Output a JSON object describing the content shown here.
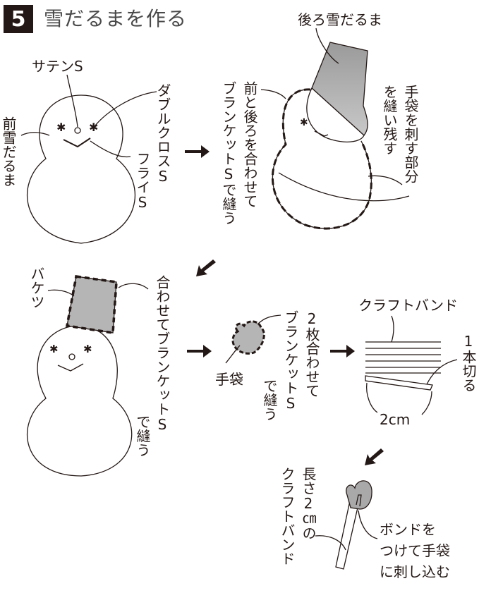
{
  "header": {
    "step_number": "5",
    "title": "雪だるまを作る"
  },
  "panel1": {
    "satin_stitch": "サテンS",
    "double_cross_stitch": "ダブルクロスS",
    "fly_stitch": "フライS",
    "front_snowman": "前雪だるま"
  },
  "panel2": {
    "instruction": "前と後ろを合わせて",
    "instruction_2": "ブランケットSで縫う",
    "back_snowman": "後ろ雪だるま",
    "leave_open_1": "手袋を刺す部分",
    "leave_open_2": "を縫い残す"
  },
  "panel3": {
    "bucket": "バケツ",
    "instruction_1": "合わせてブランケットS",
    "instruction_2": "で縫う"
  },
  "panel4": {
    "glove": "手袋",
    "instruction_1": "2枚合わせて",
    "instruction_2": "ブランケットS",
    "instruction_3": "で縫う"
  },
  "panel5": {
    "craft_band": "クラフトバンド",
    "cut_one": "1本切る",
    "width": "2cm"
  },
  "panel6": {
    "band_label_1": "長さ2㎝の",
    "band_label_2": "クラフトバンド",
    "glue_1": "ボンドを",
    "glue_2": "つけて手袋",
    "glue_3": "に刺し込む"
  },
  "colors": {
    "ink": "#231815",
    "fill_gray": "#b5b5b5",
    "title_gray": "#4a4a4a"
  }
}
